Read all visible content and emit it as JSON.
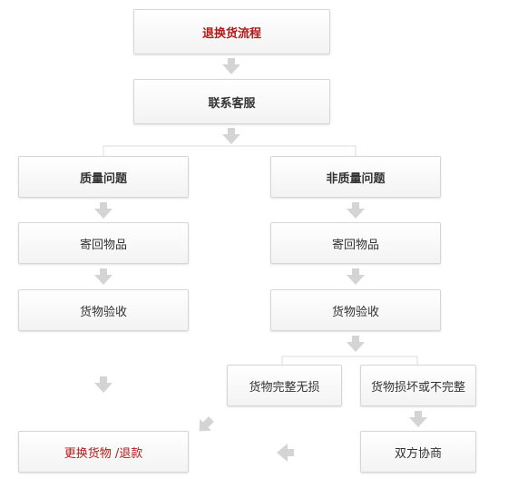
{
  "flow": {
    "title": "退换货流程",
    "contact": "联系客服",
    "quality_issue": "质量问题",
    "non_quality_issue": "非质量问题",
    "left_send_back": "寄回物品",
    "left_inspect": "货物验收",
    "right_send_back": "寄回物品",
    "right_inspect": "货物验收",
    "intact": "货物完整无损",
    "damaged": "货物损坏或不完整",
    "negotiate": "双方协商",
    "result": "更换货物 /退款"
  },
  "colors": {
    "title_text": "#b21a1a",
    "arrow": "#d4d4d4",
    "border": "#d6d6d6",
    "connector": "#dddddd"
  }
}
